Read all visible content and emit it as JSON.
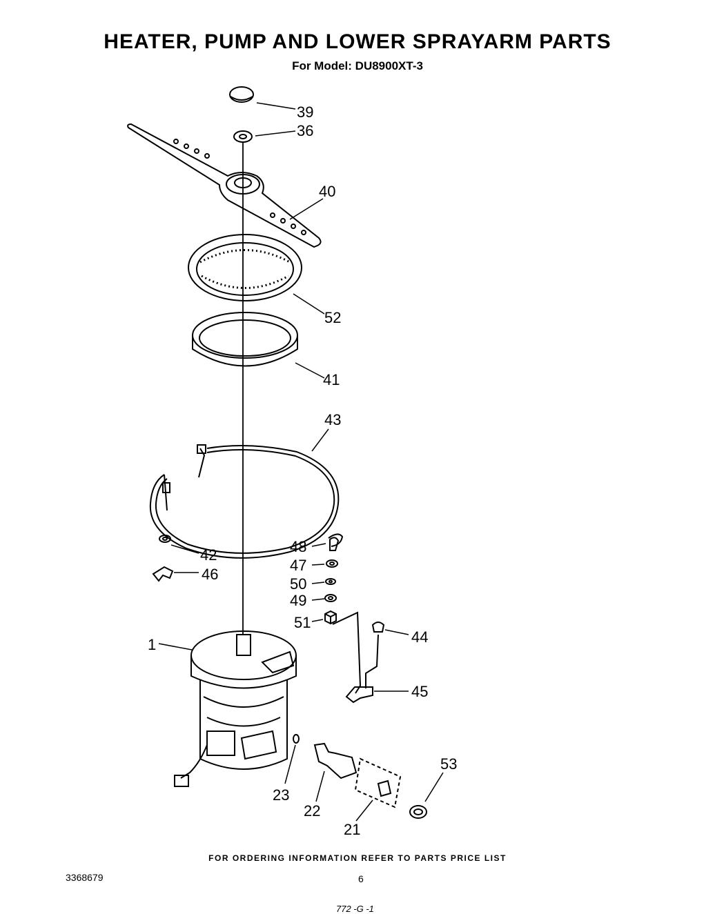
{
  "title": "HEATER, PUMP AND LOWER SPRAYARM PARTS",
  "subtitle": "For Model: DU8900XT-3",
  "callouts": {
    "c39": "39",
    "c36": "36",
    "c40": "40",
    "c52": "52",
    "c41": "41",
    "c43": "43",
    "c42": "42",
    "c46": "46",
    "c48": "48",
    "c47": "47",
    "c50": "50",
    "c49": "49",
    "c51": "51",
    "c44": "44",
    "c45": "45",
    "c1": "1",
    "c23": "23",
    "c22": "22",
    "c21": "21",
    "c53": "53"
  },
  "footer_note": "FOR ORDERING INFORMATION REFER TO PARTS PRICE LIST",
  "doc_number": "3368679",
  "page_number": "6",
  "handwritten_code": "772 -G -1"
}
